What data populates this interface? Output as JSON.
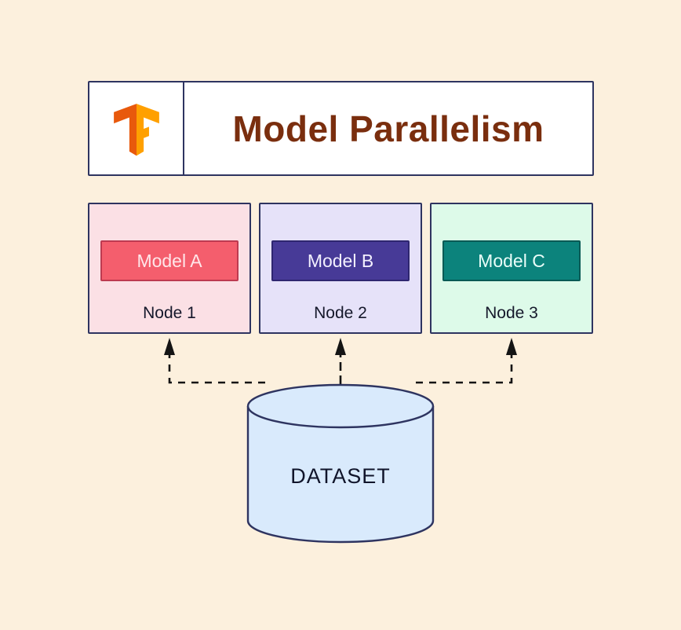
{
  "page": {
    "background": "#fcf0dd"
  },
  "header": {
    "title": "Model Parallelism",
    "title_color": "#7a2e0e",
    "logo": "tensorflow-logo",
    "border_color": "#2e3460",
    "logo_colors": {
      "left": "#e8590c",
      "right": "#ffa000"
    }
  },
  "nodes": [
    {
      "model_label": "Model A",
      "node_label": "Node 1",
      "card_bg": "#fbe0e5",
      "chip_bg": "#f45e6d",
      "chip_border": "#bd3a50",
      "chip_text": "#ffe7ea"
    },
    {
      "model_label": "Model B",
      "node_label": "Node 2",
      "card_bg": "#e6e2f9",
      "chip_bg": "#473a97",
      "chip_border": "#2e2670",
      "chip_text": "#f3f0ff"
    },
    {
      "model_label": "Model C",
      "node_label": "Node 3",
      "card_bg": "#ddfae9",
      "chip_bg": "#0c837c",
      "chip_border": "#075a55",
      "chip_text": "#eafef9"
    }
  ],
  "dataset": {
    "label": "DATASET",
    "cylinder_fill": "#d9eafc",
    "cylinder_border": "#2e3460",
    "label_color": "#10142a"
  },
  "arrows": {
    "color": "#141414",
    "style": "dashed",
    "count": 3,
    "direction": "dataset-to-nodes"
  }
}
